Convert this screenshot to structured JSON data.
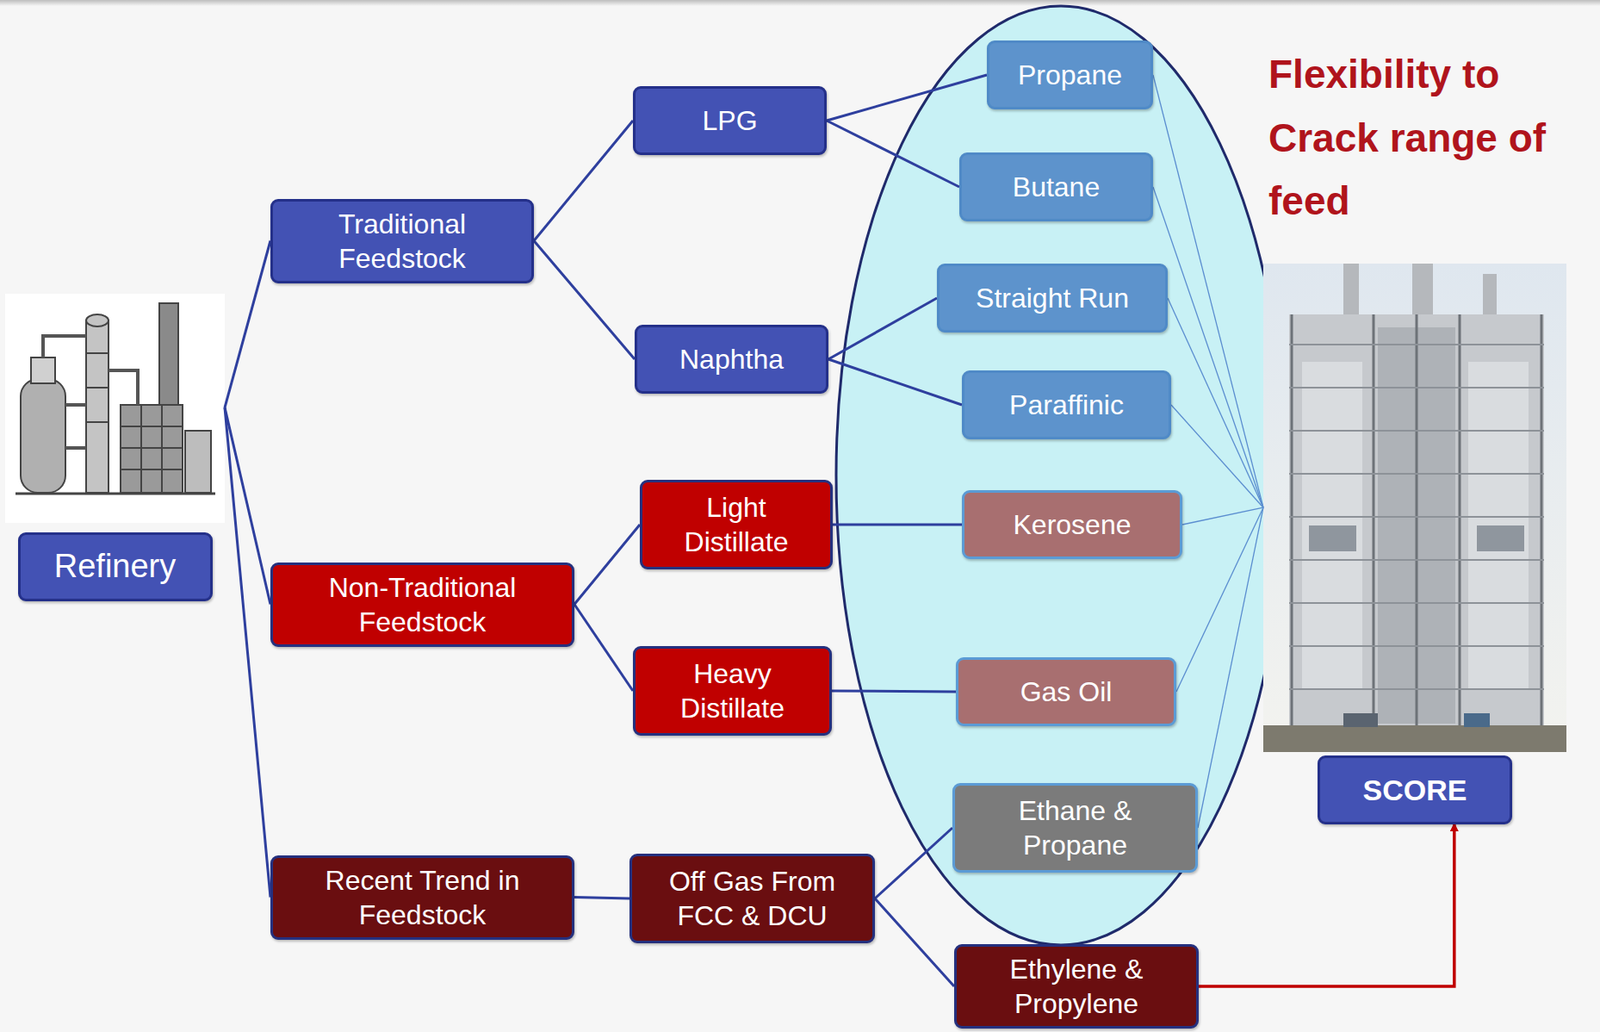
{
  "diagram": {
    "nodes": [
      {
        "text": [
          "Refinery"
        ]
      },
      {
        "text": [
          "Traditional Feedstock"
        ]
      },
      {
        "text": [
          "Non-Traditional Feedstock"
        ]
      },
      {
        "text": [
          "Recent Trend in Feedstock"
        ]
      },
      {
        "text": [
          "LPG"
        ]
      },
      {
        "text": [
          "Naphtha"
        ]
      },
      {
        "text": [
          "Light Distillate"
        ]
      },
      {
        "text": [
          "Heavy Distillate"
        ]
      },
      {
        "text": [
          "Off Gas From FCC & DCU"
        ]
      },
      {
        "text": [
          "Propane"
        ]
      },
      {
        "text": [
          "Butane"
        ]
      },
      {
        "text": [
          "Straight Run"
        ]
      },
      {
        "text": [
          "Paraffinic"
        ]
      },
      {
        "text": [
          "Kerosene"
        ]
      },
      {
        "text": [
          "Gas Oil"
        ]
      },
      {
        "text": [
          "Ethane & Propane"
        ]
      },
      {
        "text": [
          "Ethylene & Propylene"
        ]
      },
      {
        "text": [
          "SCORE"
        ]
      }
    ],
    "edges": [
      {
        "from": 0,
        "to": 1,
        "arrow": "none"
      },
      {
        "from": 0,
        "to": 2,
        "arrow": "none"
      },
      {
        "from": 0,
        "to": 3,
        "arrow": "none"
      },
      {
        "from": 1,
        "to": 4,
        "arrow": "none"
      },
      {
        "from": 1,
        "to": 5,
        "arrow": "none"
      },
      {
        "from": 2,
        "to": 6,
        "arrow": "none"
      },
      {
        "from": 2,
        "to": 7,
        "arrow": "none"
      },
      {
        "from": 3,
        "to": 8,
        "arrow": "none"
      },
      {
        "from": 4,
        "to": 9,
        "arrow": "none"
      },
      {
        "from": 4,
        "to": 10,
        "arrow": "none"
      },
      {
        "from": 5,
        "to": 11,
        "arrow": "none"
      },
      {
        "from": 5,
        "to": 12,
        "arrow": "none"
      },
      {
        "from": 6,
        "to": 13,
        "arrow": "none"
      },
      {
        "from": 7,
        "to": 14,
        "arrow": "none"
      },
      {
        "from": 8,
        "to": 15,
        "arrow": "none"
      },
      {
        "from": 8,
        "to": 16,
        "arrow": "none"
      },
      {
        "from": 9,
        "to": 17,
        "arrow": "none"
      },
      {
        "from": 10,
        "to": 17,
        "arrow": "none"
      },
      {
        "from": 11,
        "to": 17,
        "arrow": "none"
      },
      {
        "from": 12,
        "to": 17,
        "arrow": "none"
      },
      {
        "from": 13,
        "to": 17,
        "arrow": "none"
      },
      {
        "from": 14,
        "to": 17,
        "arrow": "none"
      },
      {
        "from": 15,
        "to": 17,
        "arrow": "none"
      },
      {
        "from": 16,
        "to": 17,
        "arrow": "to"
      }
    ],
    "labels": [
      "Flexibility to Crack range of feed"
    ]
  }
}
